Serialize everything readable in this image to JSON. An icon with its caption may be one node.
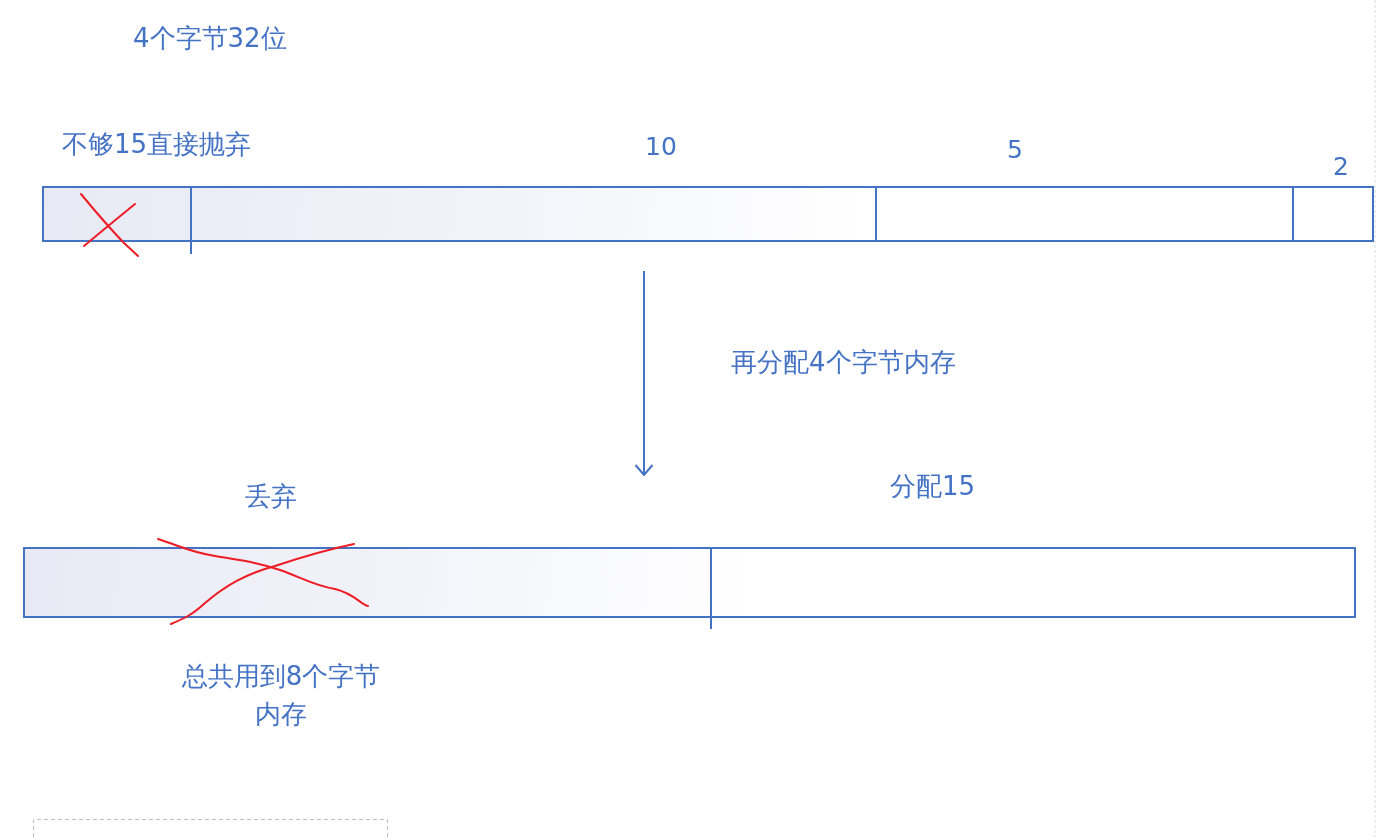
{
  "diagram": {
    "nodes": [
      {
        "text": [],
        "shape": "bar"
      },
      {
        "text": [],
        "shape": "box",
        "in": 0,
        "beside": [
          "不够15直接抛弃"
        ]
      },
      {
        "text": [],
        "shape": "box",
        "in": 0,
        "beside": [
          "10"
        ]
      },
      {
        "text": [],
        "shape": "box",
        "in": 0,
        "beside": [
          "5"
        ]
      },
      {
        "text": [],
        "shape": "box",
        "in": 0,
        "beside": [
          "2"
        ]
      },
      {
        "text": [],
        "shape": "bar"
      },
      {
        "text": [],
        "shape": "box",
        "in": 5,
        "beside": [
          "丢弃"
        ]
      },
      {
        "text": [],
        "shape": "box",
        "in": 5,
        "beside": [
          "分配15"
        ]
      }
    ],
    "edges": [
      {
        "from": 0,
        "to": 5,
        "arrow": "to",
        "label": "再分配4个字节内存"
      }
    ],
    "labels": [
      "4个字节32位",
      "总共用到8个字节内存"
    ]
  }
}
